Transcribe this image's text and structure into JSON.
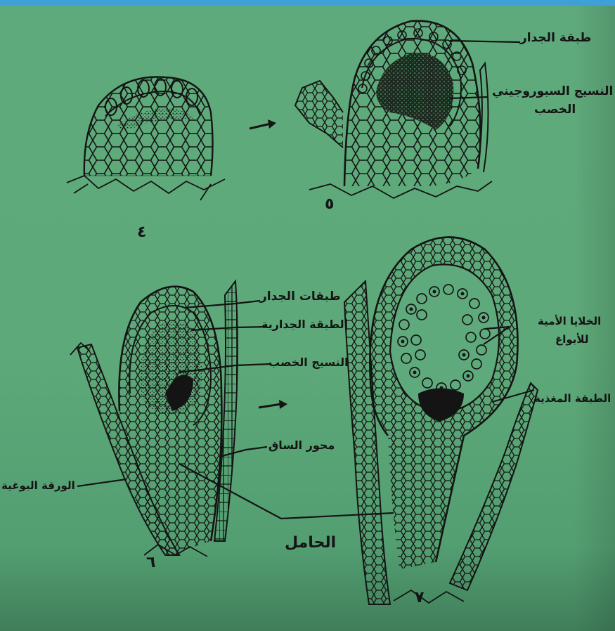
{
  "labels": {
    "wall_layer": "طبقة الجدار",
    "sporogenous_tissue_a": "النسيج السبوروجيني",
    "sporogenous_tissue_b": "الخصب",
    "wall_layers": "طبقات الجدار",
    "parietal_layer": "الطبقة الجدارية",
    "fertile_tissue": "النسيج الخصب",
    "mother_cells_a": "الخلايا الأمية",
    "mother_cells_b": "للأبواغ",
    "tapetum": "الطبقة المغذية",
    "stem_axis": "محور الساق",
    "sporophyll": "الورقة البوغية",
    "stalk": "الحامل"
  },
  "figure_numbers": {
    "fig4": "٤",
    "fig5": "٥",
    "fig6": "٦",
    "fig7": "٧"
  },
  "colors": {
    "paper": "#5faa7c",
    "ink": "#141414",
    "top_edge": "#3f9fd8"
  }
}
